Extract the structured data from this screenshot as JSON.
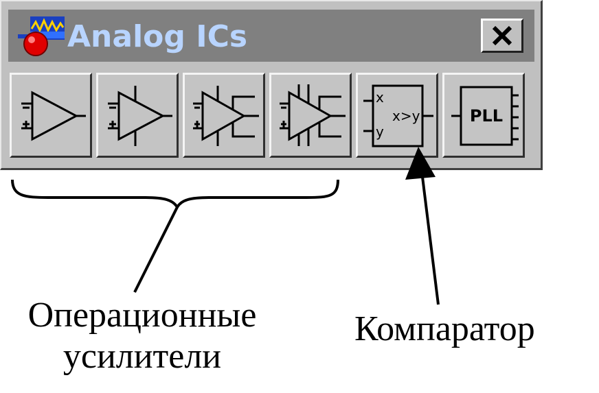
{
  "window": {
    "title": "Analog ICs",
    "close_icon": "close-icon",
    "app_icon": "analog-ics-app-icon",
    "colors": {
      "frame": "#c0c0c0",
      "titlebar": "#808080",
      "title_text": "#b8d4ff",
      "icon_ball": "#e00000",
      "icon_panel": "#1a40c0"
    }
  },
  "toolbar": {
    "buttons": [
      {
        "icon": "op-amp-icon"
      },
      {
        "icon": "op-amp-power-icon"
      },
      {
        "icon": "op-amp-offset-icon"
      },
      {
        "icon": "op-amp-full-icon"
      },
      {
        "icon": "comparator-icon",
        "symbol_lines": [
          "x",
          "x>y",
          "y"
        ]
      },
      {
        "icon": "pll-icon",
        "symbol_text": "PLL"
      }
    ]
  },
  "annotations": {
    "opamps_label_line1": "Операционные",
    "opamps_label_line2": "усилители",
    "comparator_label": "Компаратор"
  }
}
